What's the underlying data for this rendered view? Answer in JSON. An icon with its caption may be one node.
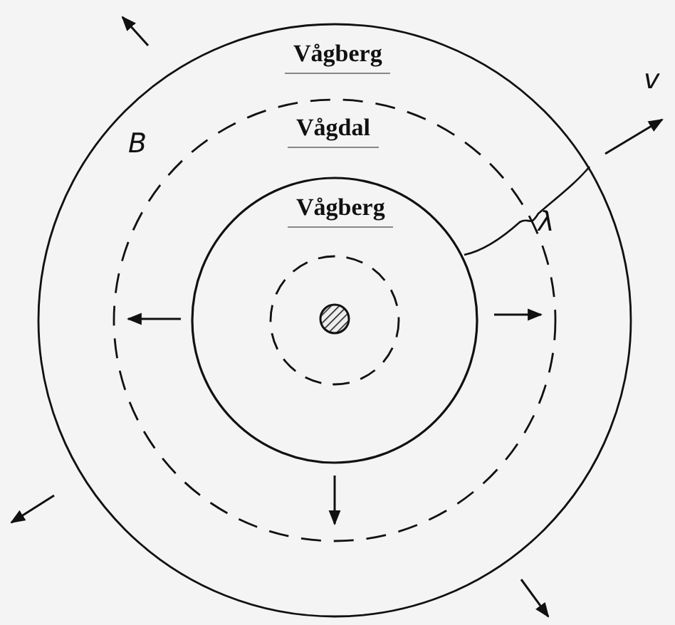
{
  "diagram": {
    "labels": [
      "Vågberg",
      "Vågdal",
      "Vågberg",
      "B",
      "v",
      "λ"
    ]
  }
}
